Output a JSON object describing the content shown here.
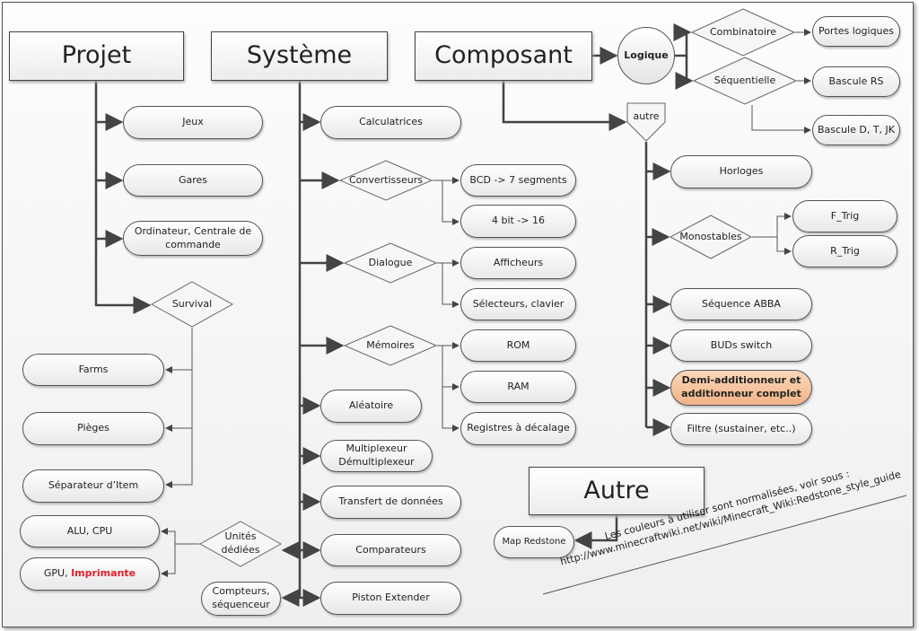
{
  "headers": {
    "projet": "Projet",
    "systeme": "Système",
    "composant": "Composant",
    "autre": "Autre"
  },
  "projet": {
    "jeux": "Jeux",
    "gares": "Gares",
    "ordinateur": "Ordinateur, Centrale de commande",
    "survival": "Survival",
    "farms": "Farms",
    "pieges": "Pièges",
    "separateur": "Séparateur d’Item",
    "unites": "Unités dédiées",
    "alu": "ALU, CPU",
    "gpu": "GPU, ",
    "gpu_highlight": "Imprimante",
    "compteurs": "Compteurs, séquenceur"
  },
  "systeme": {
    "calculatrices": "Calculatrices",
    "convertisseurs": "Convertisseurs",
    "bcd": "BCD -> 7 segments",
    "bit": "4 bit -> 16",
    "dialogue": "Dialogue",
    "afficheurs": "Afficheurs",
    "selecteurs": "Sélecteurs, clavier",
    "memoires": "Mémoires",
    "rom": "ROM",
    "ram": "RAM",
    "registres": "Registres à décalage",
    "aleatoire": "Aléatoire",
    "multiplexeur": "Multiplexeur Démultiplexeur",
    "transfert": "Transfert de données",
    "comparateurs": "Comparateurs",
    "piston": "Piston Extender"
  },
  "composant": {
    "logique": "Logique",
    "combinatoire": "Combinatoire",
    "portes": "Portes logiques",
    "sequentielle": "Séquentielle",
    "bascule_rs": "Bascule RS",
    "bascule_dtjk": "Bascule D, T, JK",
    "autre": "autre",
    "horloges": "Horloges",
    "monostables": "Monostables",
    "ftrig": "F_Trig",
    "rtrig": "R_Trig",
    "abba": "Séquence ABBA",
    "buds": "BUDs switch",
    "demi": "Demi-additionneur et additionneur complet",
    "filtre": "Filtre (sustainer, etc..)"
  },
  "autre": {
    "map": "Map Redstone"
  },
  "note": {
    "line1": "Les couleurs à utiliser sont normalisées, voir sous :",
    "line2": "http://www.minecraftwiki.net/wiki/Minecraft_Wiki:Redstone_style_guide"
  },
  "colors": {
    "highlight_fill": "#f4be95",
    "highlight_text": "#e0202a",
    "line": "#444444"
  }
}
